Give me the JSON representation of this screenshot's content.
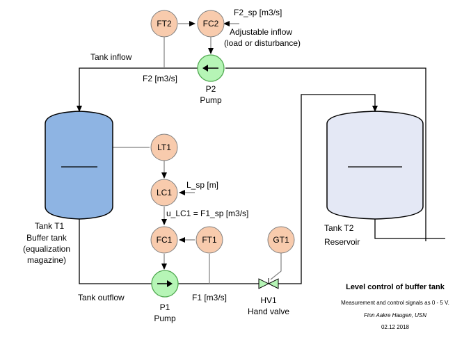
{
  "colors": {
    "instrument_fill": "#f8cbad",
    "instrument_stroke": "#808080",
    "pump_fill": "#b6f5b6",
    "pump_stroke": "#4fa84f",
    "buffer_tank_fill": "#8eb4e3",
    "reservoir_fill": "#e4e8f5",
    "valve_fill": "#b6f5b6",
    "line": "#000000",
    "signal_line": "#808080"
  },
  "instruments": {
    "ft2": "FT2",
    "fc2": "FC2",
    "lt1": "LT1",
    "lc1": "LC1",
    "fc1": "FC1",
    "ft1": "FT1",
    "gt1": "GT1"
  },
  "labels": {
    "f2_sp": "F2_sp [m3/s]",
    "adjustable_inflow": "Adjustable inflow",
    "load_or_disturbance": "(load or disturbance)",
    "tank_inflow": "Tank inflow",
    "f2": "F2 [m3/s]",
    "p2": "P2",
    "p2_pump": "Pump",
    "l_sp": "L_sp [m]",
    "u_lc1": "u_LC1 = F1_sp [m3/s]",
    "tank_t1": "Tank T1",
    "buffer_tank": "Buffer tank",
    "equalization": "(equalization",
    "magazine": "magazine)",
    "tank_t2": "Tank T2",
    "reservoir": "Reservoir",
    "tank_outflow": "Tank outflow",
    "p1": "P1",
    "p1_pump": "Pump",
    "f1": "F1 [m3/s]",
    "hv1": "HV1",
    "hand_valve": "Hand valve"
  },
  "caption": {
    "title": "Level control of buffer tank",
    "subtitle": "Measurement and control signals as 0 - 5 V.",
    "author": "Finn Aakre Haugen, USN",
    "date": "02.12 2018"
  }
}
